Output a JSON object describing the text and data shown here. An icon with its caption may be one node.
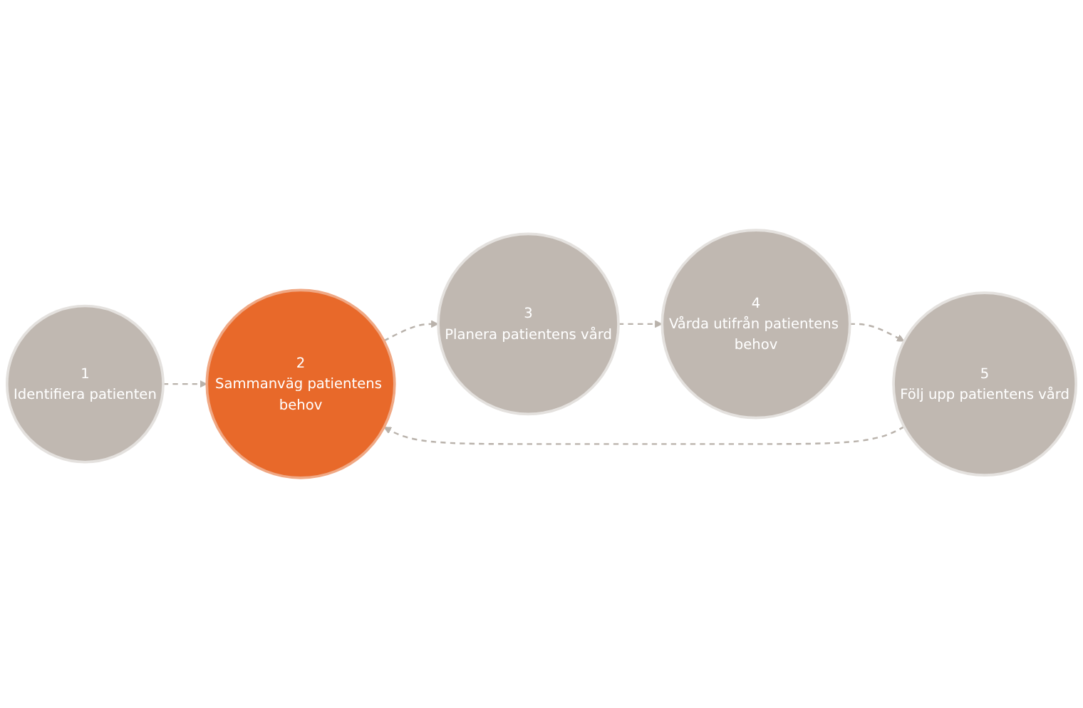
{
  "diagram": {
    "nodes": [
      {
        "text": [
          "1",
          "Identifiera patienten"
        ]
      },
      {
        "text": [
          "2",
          "Sammanväg patientens behov"
        ]
      },
      {
        "text": [
          "3",
          "Planera patientens vård"
        ]
      },
      {
        "text": [
          "4",
          "Vårda utifrån patientens behov"
        ]
      },
      {
        "text": [
          "5",
          "Följ upp patientens vård"
        ]
      }
    ],
    "edges": [
      {
        "from": 0,
        "to": 1,
        "arrow": "to",
        "style": "dashed"
      },
      {
        "from": 1,
        "to": 2,
        "arrow": "to",
        "style": "dashed"
      },
      {
        "from": 2,
        "to": 3,
        "arrow": "to",
        "style": "dashed"
      },
      {
        "from": 3,
        "to": 4,
        "arrow": "to",
        "style": "dashed"
      },
      {
        "from": 4,
        "to": 1,
        "arrow": "to",
        "style": "dashed"
      }
    ]
  }
}
